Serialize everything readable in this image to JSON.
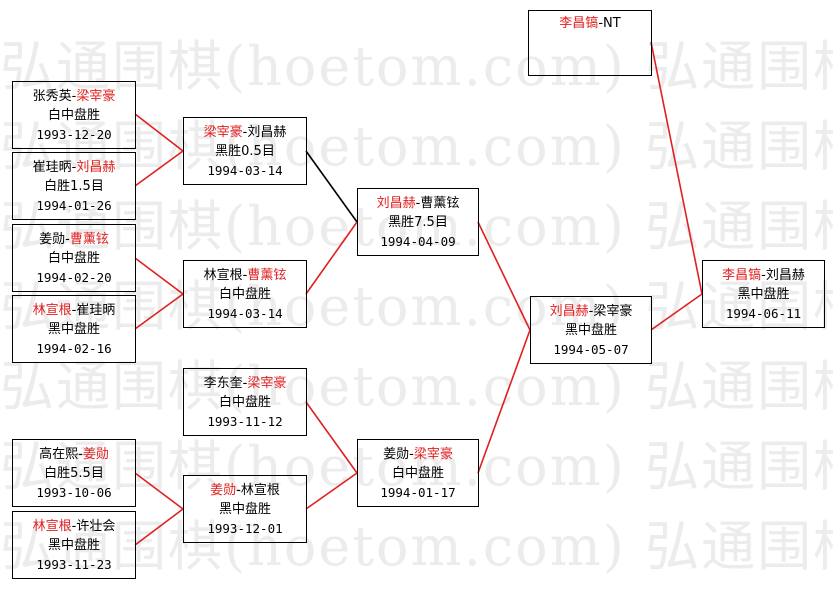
{
  "watermark": "弘通围棋(hoetom.com) 弘通围棋(hoetom.com) 弘通围棋",
  "colors": {
    "winner": "#e02020",
    "line_red": "#e02020",
    "line_black": "#000000"
  },
  "matches": {
    "r1_1": {
      "p1": "张秀英",
      "sep": "-",
      "p2": "梁宰豪",
      "result": "白中盘胜",
      "date": "1993-12-20",
      "winner": 2
    },
    "r1_2": {
      "p1": "崔珪昞",
      "sep": "-",
      "p2": "刘昌赫",
      "result": "白胜1.5目",
      "date": "1994-01-26",
      "winner": 2
    },
    "r1_3": {
      "p1": "姜勋",
      "sep": "-",
      "p2": "曹薰铉",
      "result": "白中盘胜",
      "date": "1994-02-20",
      "winner": 2
    },
    "r1_4": {
      "p1": "林宣根",
      "sep": "-",
      "p2": "崔珪昞",
      "result": "黑中盘胜",
      "date": "1994-02-16",
      "winner": 1
    },
    "r1_5": {
      "p1": "高在熙",
      "sep": "-",
      "p2": "姜勋",
      "result": "白胜5.5目",
      "date": "1993-10-06",
      "winner": 2
    },
    "r1_6": {
      "p1": "林宣根",
      "sep": "-",
      "p2": "许壮会",
      "result": "黑中盘胜",
      "date": "1993-11-23",
      "winner": 1
    },
    "r2_1": {
      "p1": "梁宰豪",
      "sep": "-",
      "p2": "刘昌赫",
      "result": "黑胜0.5目",
      "date": "1994-03-14",
      "winner": 1
    },
    "r2_2": {
      "p1": "林宣根",
      "sep": "-",
      "p2": "曹薰铉",
      "result": "白中盘胜",
      "date": "1994-03-14",
      "winner": 2
    },
    "r2_3": {
      "p1": "李东奎",
      "sep": "-",
      "p2": "梁宰豪",
      "result": "白中盘胜",
      "date": "1993-11-12",
      "winner": 2
    },
    "r2_4": {
      "p1": "姜勋",
      "sep": "-",
      "p2": "林宣根",
      "result": "黑中盘胜",
      "date": "1993-12-01",
      "winner": 1
    },
    "r3_1": {
      "p1": "刘昌赫",
      "sep": "-",
      "p2": "曹薰铉",
      "result": "黑胜7.5目",
      "date": "1994-04-09",
      "winner": 1
    },
    "r3_2": {
      "p1": "姜勋",
      "sep": "-",
      "p2": "梁宰豪",
      "result": "白中盘胜",
      "date": "1994-01-17",
      "winner": 2
    },
    "semi": {
      "p1": "刘昌赫",
      "sep": "-",
      "p2": "梁宰豪",
      "result": "黑中盘胜",
      "date": "1994-05-07",
      "winner": 1
    },
    "seed": {
      "p1": "李昌镐",
      "sep": "-",
      "p2": "NT",
      "result": "",
      "date": "",
      "winner": 1
    },
    "final": {
      "p1": "李昌镐",
      "sep": "-",
      "p2": "刘昌赫",
      "result": "黑中盘胜",
      "date": "1994-06-11",
      "winner": 1
    }
  }
}
